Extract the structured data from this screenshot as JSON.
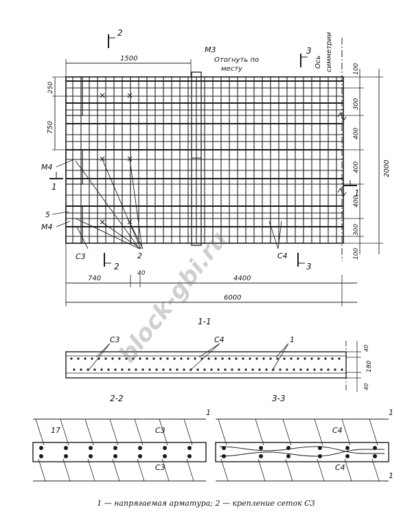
{
  "plan": {
    "section_marks": {
      "top": "2",
      "right_top": "3",
      "left_mid": "1",
      "right_mid": "1",
      "bottom_left": "2",
      "bottom_right": "3"
    },
    "note_m3": "М3",
    "note_bend": "Отогнуть по",
    "note_bend_2": "месту",
    "axis_label_1": "Ось",
    "axis_label_2": "симметрии",
    "dim_top": "1500",
    "dim_left_1": "250",
    "dim_left_2": "750",
    "dims_right": [
      "100",
      "300",
      "400",
      "400",
      "400",
      "300",
      "100"
    ],
    "dim_total_height": "2000",
    "labels_left": [
      "М4",
      "5",
      "М4"
    ],
    "label_c3": "С3",
    "label_c4": "С4",
    "label_2": "2",
    "dims_bottom_1": [
      "740",
      "40",
      "4400"
    ],
    "dim_total_length": "6000"
  },
  "section_1_1": {
    "title": "1-1",
    "labels": [
      "С3",
      "С4",
      "1"
    ],
    "dims_right": [
      "40",
      "180",
      "40"
    ]
  },
  "section_2_2": {
    "title": "2-2",
    "labels": [
      "17",
      "С3",
      "С3",
      "1"
    ]
  },
  "section_3_3": {
    "title": "3-3",
    "labels": [
      "1",
      "С4",
      "С4",
      "1"
    ]
  },
  "caption": "1 — напрягаемая арматура; 2 — крепление сеток С3",
  "watermark": "block-gbi.ru"
}
